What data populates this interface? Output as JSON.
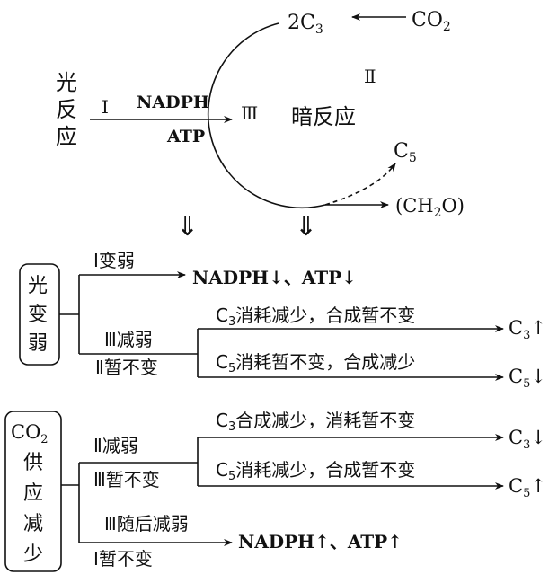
{
  "top": {
    "light_reaction": [
      "光",
      "反",
      "应"
    ],
    "roman_1": "Ⅰ",
    "roman_2": "Ⅱ",
    "roman_3": "Ⅲ",
    "nadph": "NADPH",
    "atp": "ATP",
    "c3_coef": "2C",
    "c3_sub": "3",
    "co2_main": "CO",
    "co2_sub": "2",
    "c5_main": "C",
    "c5_sub": "5",
    "dark_reaction": "暗反应",
    "product_open": "(CH",
    "product_sub": "2",
    "product_close": "O)",
    "double_arrow": "⇓"
  },
  "light_weak": {
    "box_lines": [
      "光",
      "变",
      "弱"
    ],
    "branch_1": "Ⅰ变弱",
    "result_1": "NADPH↓、ATP↓",
    "branch_2a": "Ⅲ减弱",
    "branch_2b": "Ⅱ暂不变",
    "sub_1_pre": "C",
    "sub_1_sub": "3",
    "sub_1_text": "消耗减少，合成暂不变",
    "sub_2_pre": "C",
    "sub_2_sub": "5",
    "sub_2_text": "消耗暂不变，合成减少",
    "out_1_main": "C",
    "out_1_sub": "3",
    "out_1_arrow": "↑",
    "out_2_main": "C",
    "out_2_sub": "5",
    "out_2_arrow": "↓"
  },
  "co2_low": {
    "box_co": "CO",
    "box_sub": "2",
    "box_lines": [
      "供",
      "应",
      "减",
      "少"
    ],
    "branch_1a": "Ⅱ减弱",
    "branch_1b": "Ⅲ暂不变",
    "sub_1_pre": "C",
    "sub_1_sub": "3",
    "sub_1_text": "合成减少，消耗暂不变",
    "sub_2_pre": "C",
    "sub_2_sub": "5",
    "sub_2_text": "消耗减少，合成暂不变",
    "out_1_main": "C",
    "out_1_sub": "3",
    "out_1_arrow": "↓",
    "out_2_main": "C",
    "out_2_sub": "5",
    "out_2_arrow": "↑",
    "branch_2a": "Ⅲ随后减弱",
    "branch_2b": "Ⅰ暂不变",
    "result_2": "NADPH↑、ATP↑"
  }
}
